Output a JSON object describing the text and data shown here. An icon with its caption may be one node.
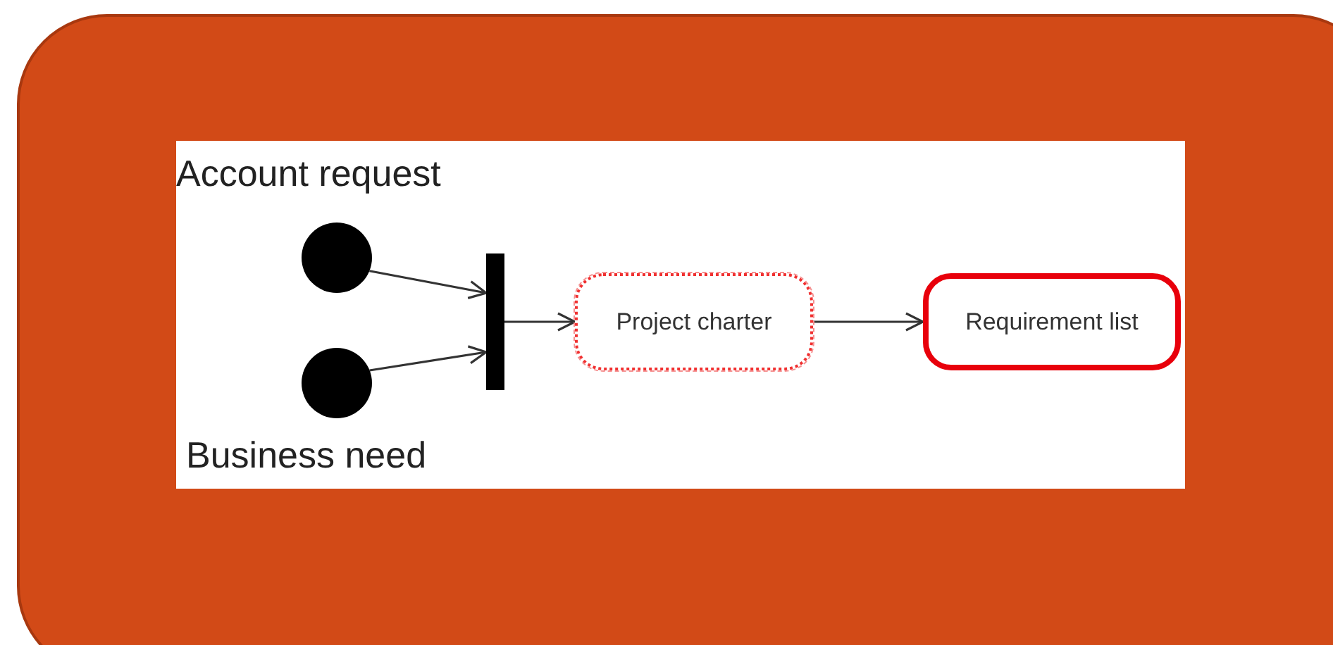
{
  "diagram": {
    "nodes": [
      {
        "text": [],
        "shape": "circle",
        "beside": [
          "Account request"
        ]
      },
      {
        "text": [],
        "shape": "circle",
        "beside": [
          "Business need"
        ]
      },
      {
        "text": [],
        "shape": "bar"
      },
      {
        "text": [
          "Project charter"
        ]
      },
      {
        "text": [
          "Requirement list"
        ]
      }
    ],
    "edges": [
      {
        "from": 0,
        "to": 2,
        "arrow": "to"
      },
      {
        "from": 1,
        "to": 2,
        "arrow": "to"
      },
      {
        "from": 2,
        "to": 3,
        "arrow": "to"
      },
      {
        "from": 3,
        "to": 4,
        "arrow": "to"
      }
    ]
  }
}
